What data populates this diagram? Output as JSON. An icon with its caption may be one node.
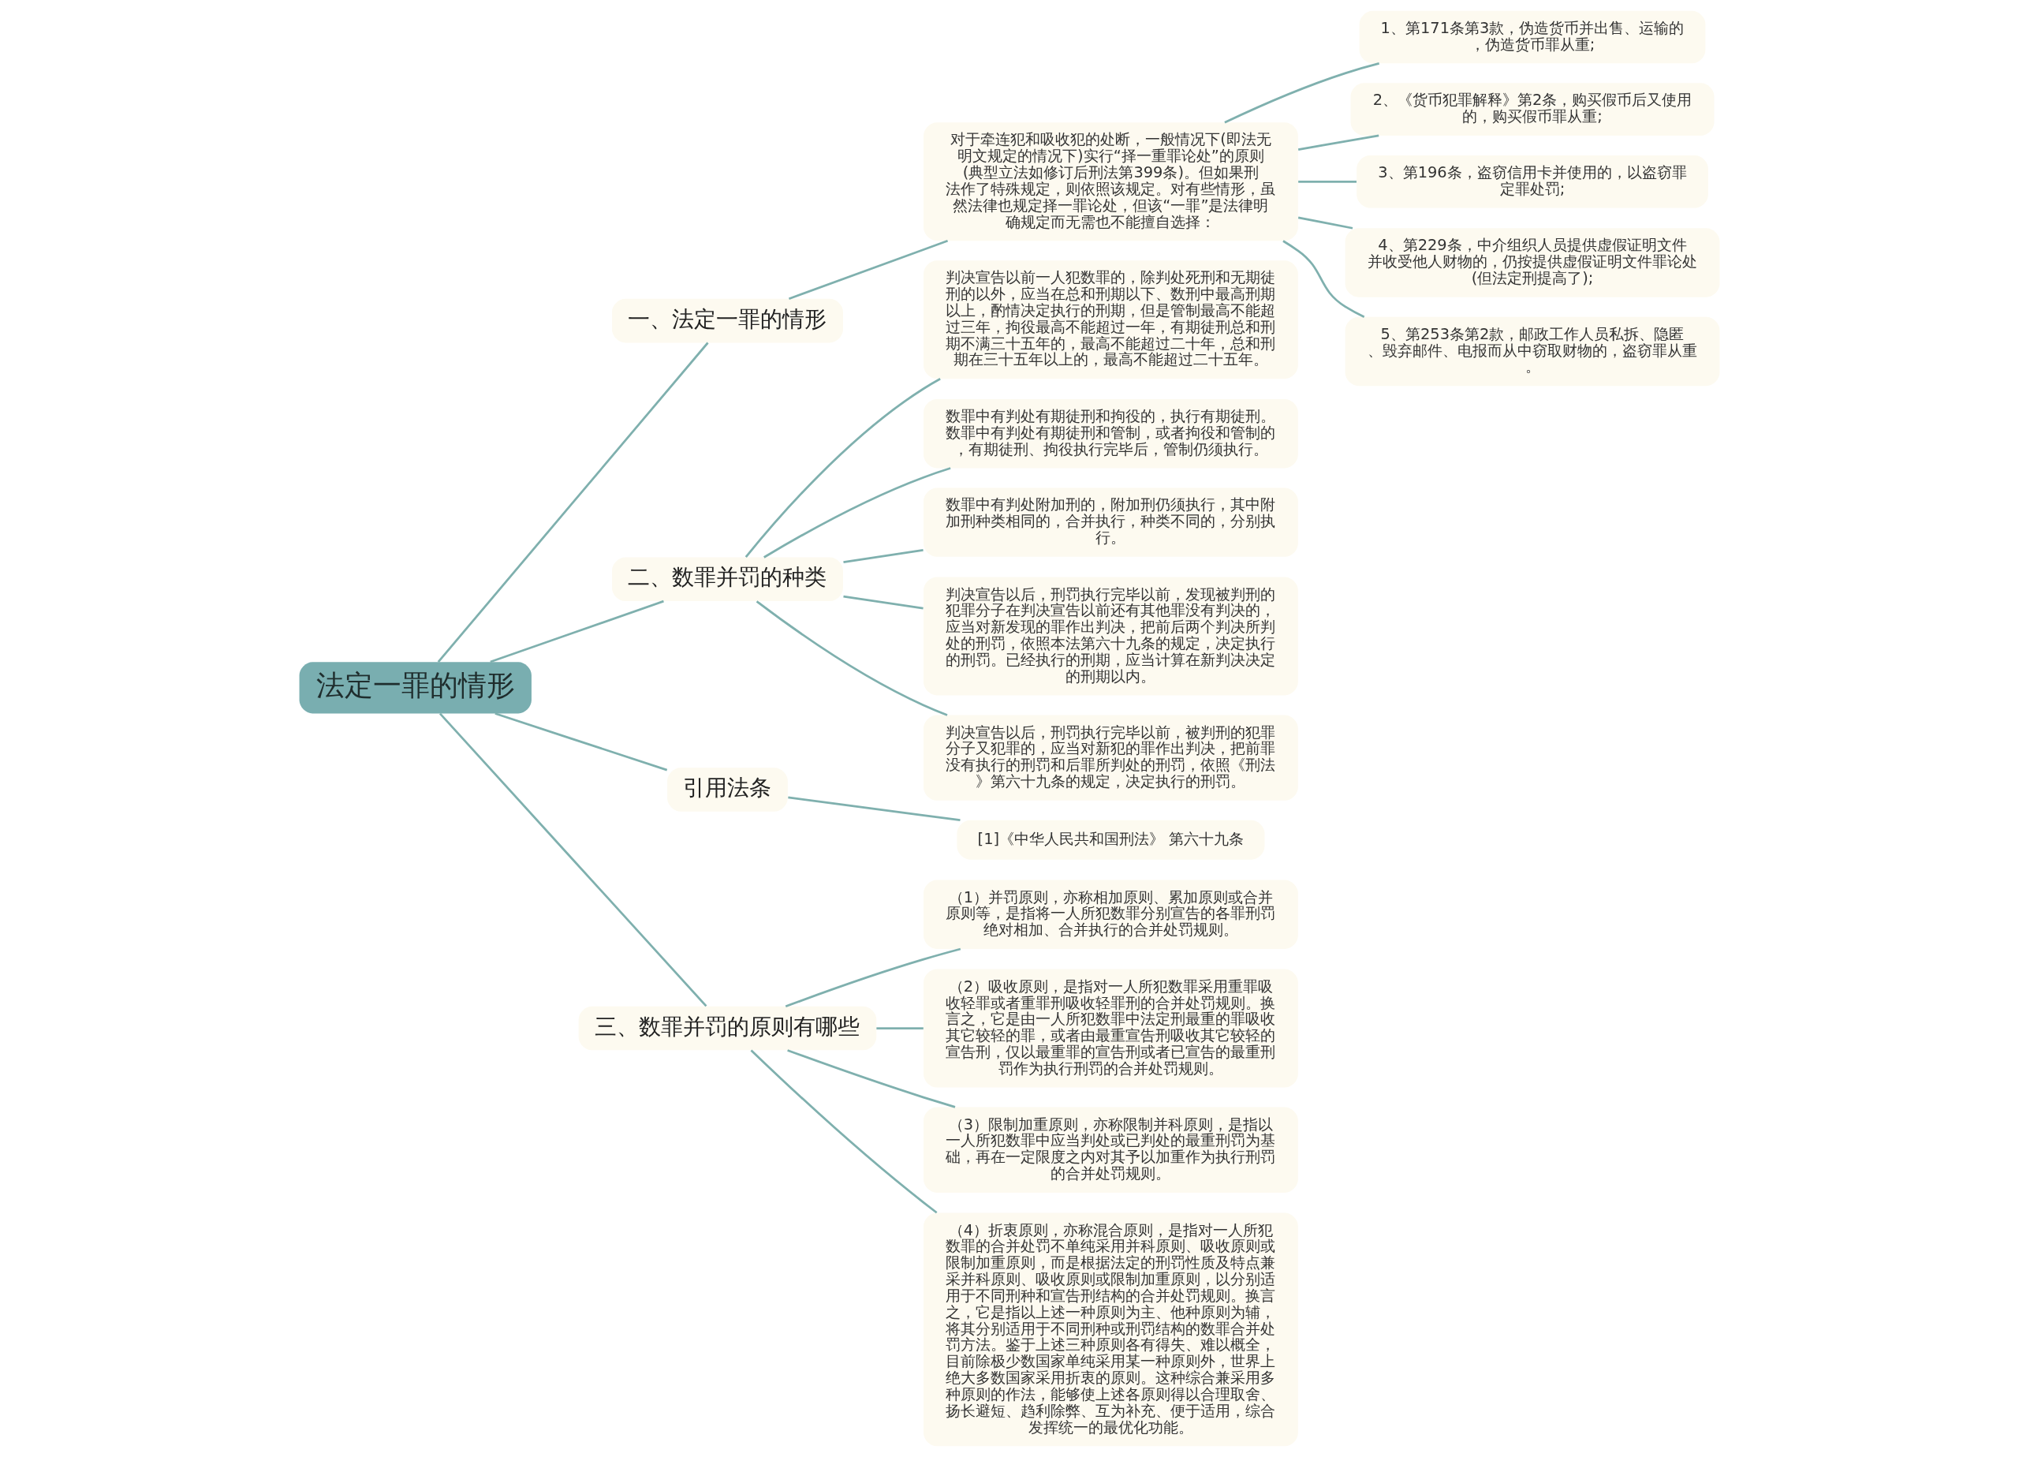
{
  "diagram": {
    "nodes": [
      {
        "text": [
          "法定一罪的情形"
        ]
      },
      {
        "text": [
          "一、法定一罪的情形"
        ]
      },
      {
        "text": [
          "对于牵连犯和吸收犯的处断，一般情况下(即法无明文规定的情况下)实行“择一重罪论处”的原则(典型立法如修订后刑法第399条)。但如果刑法作了特殊规定，则依照该规定。对有些情形，虽然法律也规定择一罪论处，但该“一罪”是法律明确规定而无需也不能擅自选择："
        ]
      },
      {
        "text": [
          "1、第171条第3款，伪造货币并出售、运输的，伪造货币罪从重;"
        ]
      },
      {
        "text": [
          "2、《货币犯罪解释》第2条，购买假币后又使用的，购买假币罪从重;"
        ]
      },
      {
        "text": [
          "3、第196条，盗窃信用卡并使用的，以盗窃罪定罪处罚;"
        ]
      },
      {
        "text": [
          "4、第229条，中介组织人员提供虚假证明文件并收受他人财物的，仍按提供虚假证明文件罪论处(但法定刑提高了);"
        ]
      },
      {
        "text": [
          "5、第253条第2款，邮政工作人员私拆、隐匿、毁弃邮件、电报而从中窃取财物的，盗窃罪从重。"
        ]
      },
      {
        "text": [
          "二、数罪并罚的种类"
        ]
      },
      {
        "text": [
          "判决宣告以前一人犯数罪的，除判处死刑和无期徒刑的以外，应当在总和刑期以下、数刑中最高刑期以上，酌情决定执行的刑期，但是管制最高不能超过三年，拘役最高不能超过一年，有期徒刑总和刑期不满三十五年的，最高不能超过二十年，总和刑期在三十五年以上的，最高不能超过二十五年。"
        ]
      },
      {
        "text": [
          "数罪中有判处有期徒刑和拘役的，执行有期徒刑。数罪中有判处有期徒刑和管制，或者拘役和管制的，有期徒刑、拘役执行完毕后，管制仍须执行。"
        ]
      },
      {
        "text": [
          "数罪中有判处附加刑的，附加刑仍须执行，其中附加刑种类相同的，合并执行，种类不同的，分别执行。"
        ]
      },
      {
        "text": [
          "判决宣告以后，刑罚执行完毕以前，发现被判刑的犯罪分子在判决宣告以前还有其他罪没有判决的，应当对新发现的罪作出判决，把前后两个判决所判处的刑罚，依照本法第六十九条的规定，决定执行的刑罚。已经执行的刑期，应当计算在新判决决定的刑期以内。"
        ]
      },
      {
        "text": [
          "判决宣告以后，刑罚执行完毕以前，被判刑的犯罪分子又犯罪的，应当对新犯的罪作出判决，把前罪没有执行的刑罚和后罪所判处的刑罚，依照《刑法》第六十九条的规定，决定执行的刑罚。"
        ]
      },
      {
        "text": [
          "引用法条"
        ]
      },
      {
        "text": [
          "[1]《中华人民共和国刑法》 第六十九条"
        ]
      },
      {
        "text": [
          "三、数罪并罚的原则有哪些"
        ]
      },
      {
        "text": [
          "（1）并罚原则，亦称相加原则、累加原则或合并原则等，是指将一人所犯数罪分别宣告的各罪刑罚绝对相加、合并执行的合并处罚规则。"
        ]
      },
      {
        "text": [
          "（2）吸收原则，是指对一人所犯数罪采用重罪吸收轻罪或者重罪刑吸收轻罪刑的合并处罚规则。换言之，它是由一人所犯数罪中法定刑最重的罪吸收其它较轻的罪，或者由最重宣告刑吸收其它较轻的宣告刑，仅以最重罪的宣告刑或者已宣告的最重刑罚作为执行刑罚的合并处罚规则。"
        ]
      },
      {
        "text": [
          "（3）限制加重原则，亦称限制并科原则，是指以一人所犯数罪中应当判处或已判处的最重刑罚为基础，再在一定限度之内对其予以加重作为执行刑罚的合并处罚规则。"
        ]
      },
      {
        "text": [
          "（4）折衷原则，亦称混合原则，是指对一人所犯数罪的合并处罚不单纯采用并科原则、吸收原则或限制加重原则，而是根据法定的刑罚性质及特点兼采并科原则、吸收原则或限制加重原则，以分别适用于不同刑种和宣告刑结构的合并处罚规则。换言之，它是指以上述一种原则为主、他种原则为辅，将其分别适用于不同刑种或刑罚结构的数罪合并处罚方法。鉴于上述三种原则各有得失、难以概全，目前除极少数国家单纯采用某一种原则外，世界上绝大多数国家采用折衷的原则。这种综合兼采用多种原则的作法，能够使上述各原则得以合理取舍、扬长避短、趋利除弊、互为补充、便于适用，综合发挥统一的最优化功能。"
        ]
      }
    ],
    "edges": [
      {
        "from": 0,
        "to": 1,
        "arrow": "none"
      },
      {
        "from": 1,
        "to": 2,
        "arrow": "none"
      },
      {
        "from": 2,
        "to": 3,
        "arrow": "none"
      },
      {
        "from": 2,
        "to": 4,
        "arrow": "none"
      },
      {
        "from": 2,
        "to": 5,
        "arrow": "none"
      },
      {
        "from": 2,
        "to": 6,
        "arrow": "none"
      },
      {
        "from": 2,
        "to": 7,
        "arrow": "none"
      },
      {
        "from": 0,
        "to": 8,
        "arrow": "none"
      },
      {
        "from": 8,
        "to": 9,
        "arrow": "none"
      },
      {
        "from": 8,
        "to": 10,
        "arrow": "none"
      },
      {
        "from": 8,
        "to": 11,
        "arrow": "none"
      },
      {
        "from": 8,
        "to": 12,
        "arrow": "none"
      },
      {
        "from": 8,
        "to": 13,
        "arrow": "none"
      },
      {
        "from": 0,
        "to": 14,
        "arrow": "none"
      },
      {
        "from": 14,
        "to": 15,
        "arrow": "none"
      },
      {
        "from": 0,
        "to": 16,
        "arrow": "none"
      },
      {
        "from": 16,
        "to": 17,
        "arrow": "none"
      },
      {
        "from": 16,
        "to": 18,
        "arrow": "none"
      },
      {
        "from": 16,
        "to": 19,
        "arrow": "none"
      },
      {
        "from": 16,
        "to": 20,
        "arrow": "none"
      }
    ]
  }
}
